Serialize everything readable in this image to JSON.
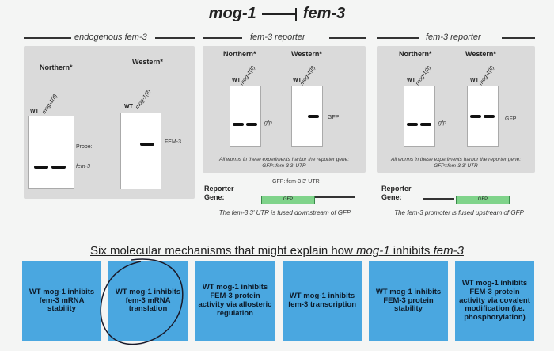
{
  "title": {
    "left": "mog-1",
    "right": "fem-3"
  },
  "panels": {
    "p1": {
      "header": "endogenous fem-3",
      "northern": "Northern*",
      "western": "Western*",
      "wt": "WT",
      "mut": "mog-1(lf)",
      "probe": "Probe:",
      "probe_gene": "fem-3",
      "protein": "FEM-3"
    },
    "p2": {
      "header": "fem-3 reporter",
      "northern": "Northern*",
      "western": "Western*",
      "wt": "WT",
      "mut": "mog-1(lf)",
      "gfp_mrna": "gfp",
      "gfp_prot": "GFP",
      "note": "All worms in these experiments harbor the reporter gene: GFP::fem-3 3' UTR",
      "reporter": "Reporter Gene:",
      "construct_label": "GFP::fem-3 3' UTR",
      "gfp_box": "GFP",
      "caption": "The fem-3 3' UTR is fused downstream of GFP"
    },
    "p3": {
      "header": "fem-3 reporter",
      "northern": "Northern*",
      "western": "Western*",
      "wt": "WT",
      "mut": "mog-1(lf)",
      "gfp_mrna": "gfp",
      "gfp_prot": "GFP",
      "note": "All worms in these experiments harbor the reporter gene: GFP::fem-3 3' UTR",
      "reporter": "Reporter Gene:",
      "gfp_box": "GFP",
      "caption": "The fem-3 promoter is fused upstream of GFP"
    }
  },
  "mechanisms_title": {
    "prefix": "Six molecular mechanisms that might explain how ",
    "gene1": "mog-1",
    "mid": " inhibits ",
    "gene2": "fem-3"
  },
  "mechanisms": [
    "WT mog-1 inhibits fem-3 mRNA stability",
    "WT mog-1 inhibits fem-3 mRNA translation",
    "WT mog-1 inhibits FEM-3 protein activity via allosteric regulation",
    "WT mog-1 inhibits fem-3 transcription",
    "WT mog-1 inhibits FEM-3 protein stability",
    "WT mog-1 inhibits FEM-3 protein activity via covalent modification (i.e. phosphorylation)"
  ],
  "colors": {
    "box": "#4aa7e0",
    "panel": "#dadada",
    "gfp": "#7fd38a"
  }
}
